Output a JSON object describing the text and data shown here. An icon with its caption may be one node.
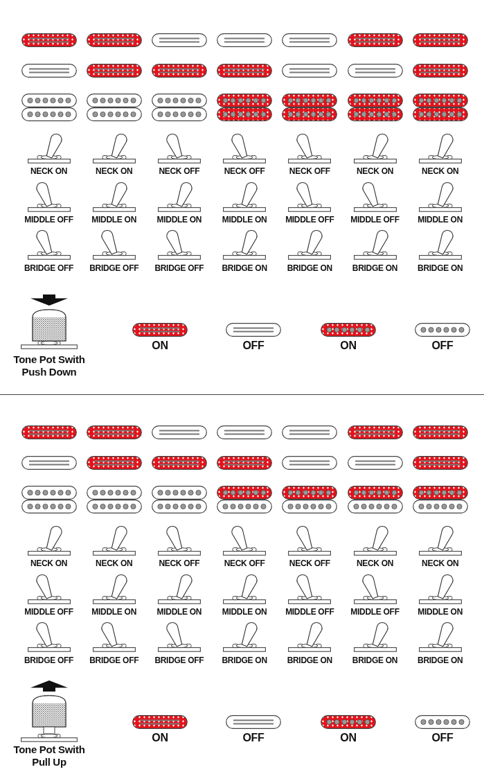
{
  "diagram": {
    "labels": [
      "NECK ON",
      "NECK ON",
      "NECK OFF",
      "NECK OFF",
      "NECK OFF",
      "NECK ON",
      "NECK ON",
      "MIDDLE OFF",
      "MIDDLE ON",
      "MIDDLE ON",
      "MIDDLE ON",
      "MIDDLE OFF",
      "MIDDLE OFF",
      "MIDDLE ON",
      "BRIDGE OFF",
      "BRIDGE OFF",
      "BRIDGE OFF",
      "BRIDGE ON",
      "BRIDGE ON",
      "BRIDGE ON",
      "BRIDGE ON",
      "Tone Pot Swith Push Down",
      "NECK ON",
      "NECK ON",
      "NECK OFF",
      "NECK OFF",
      "NECK OFF",
      "NECK ON",
      "NECK ON",
      "MIDDLE OFF",
      "MIDDLE ON",
      "MIDDLE ON",
      "MIDDLE ON",
      "MIDDLE OFF",
      "MIDDLE OFF",
      "MIDDLE ON",
      "BRIDGE OFF",
      "BRIDGE OFF",
      "BRIDGE OFF",
      "BRIDGE ON",
      "BRIDGE ON",
      "BRIDGE ON",
      "BRIDGE ON",
      "Tone Pot Swith Pull Up"
    ],
    "legend": [
      {
        "text": "ON"
      },
      {
        "text": "OFF"
      },
      {
        "text": "ON"
      },
      {
        "text": "OFF"
      },
      {
        "text": "ON"
      },
      {
        "text": "OFF"
      },
      {
        "text": "ON"
      },
      {
        "text": "OFF"
      }
    ]
  }
}
